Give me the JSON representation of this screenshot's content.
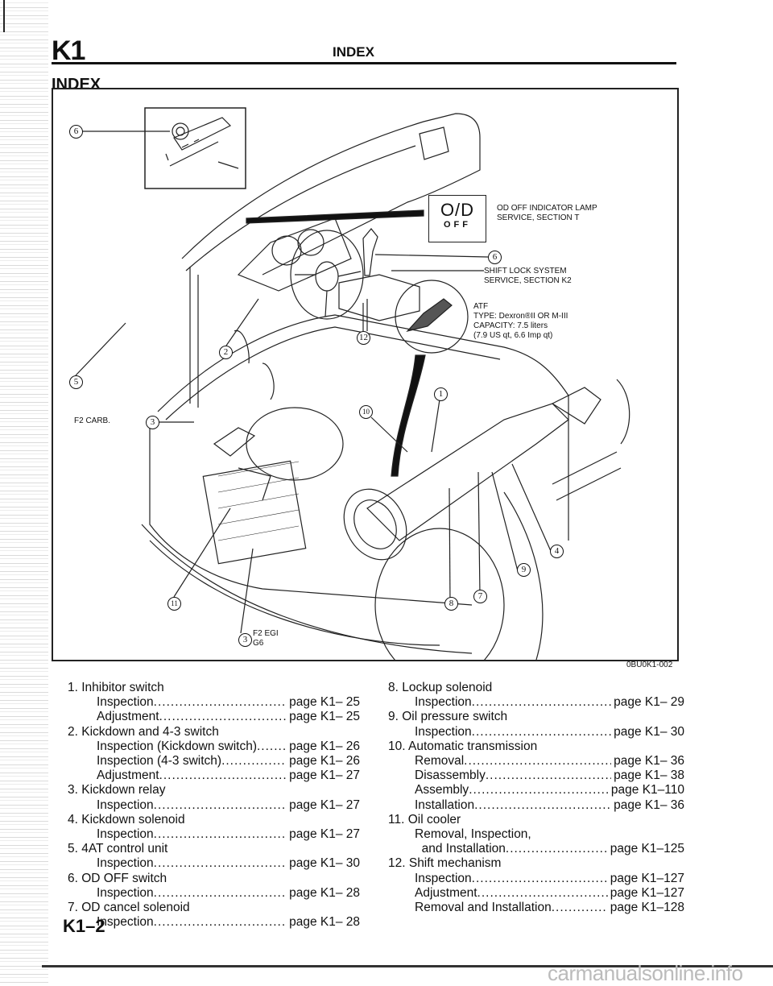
{
  "header": {
    "section_code": "K1",
    "section_title": "INDEX"
  },
  "page_heading": "INDEX",
  "diagram": {
    "figure_id": "0BU0K1-002",
    "indicator_glyph": "O/D",
    "indicator_glyph_sub": "OFF",
    "callouts": {
      "od_off_lamp": [
        "OD OFF INDICATOR LAMP",
        "SERVICE, SECTION T"
      ],
      "shift_lock": [
        "SHIFT LOCK SYSTEM",
        "SERVICE, SECTION K2"
      ],
      "atf": [
        "ATF",
        "TYPE: Dexron®II OR M-III",
        "CAPACITY: 7.5 liters",
        "(7.9 US qt, 6.6 Imp qt)"
      ],
      "f2_carb": "F2 CARB.",
      "f2_egi": [
        "F2 EGI",
        "G6"
      ]
    },
    "markers": [
      "1",
      "2",
      "3",
      "3",
      "4",
      "5",
      "6",
      "6",
      "7",
      "8",
      "9",
      "10",
      "11",
      "12"
    ]
  },
  "index_left": [
    {
      "title": "1. Inhibitor switch",
      "subs": [
        {
          "label": "Inspection",
          "page": "page K1– 25"
        },
        {
          "label": "Adjustment",
          "page": "page K1– 25"
        }
      ]
    },
    {
      "title": "2. Kickdown and 4-3 switch",
      "subs": [
        {
          "label": "Inspection (Kickdown switch)",
          "page": "page K1– 26"
        },
        {
          "label": "Inspection (4-3 switch)",
          "page": "page K1– 26"
        },
        {
          "label": "Adjustment",
          "page": "page K1– 27"
        }
      ]
    },
    {
      "title": "3. Kickdown relay",
      "subs": [
        {
          "label": "Inspection",
          "page": "page K1– 27"
        }
      ]
    },
    {
      "title": "4. Kickdown solenoid",
      "subs": [
        {
          "label": "Inspection",
          "page": "page K1– 27"
        }
      ]
    },
    {
      "title": "5. 4AT control unit",
      "subs": [
        {
          "label": "Inspection",
          "page": "page K1– 30"
        }
      ]
    },
    {
      "title": "6. OD OFF switch",
      "subs": [
        {
          "label": "Inspection",
          "page": "page K1– 28"
        }
      ]
    },
    {
      "title": "7. OD cancel solenoid",
      "subs": [
        {
          "label": "Inspection",
          "page": "page K1– 28"
        }
      ]
    }
  ],
  "index_right": [
    {
      "title": "8. Lockup solenoid",
      "subs": [
        {
          "label": "Inspection",
          "page": "page K1– 29"
        }
      ]
    },
    {
      "title": "9. Oil pressure switch",
      "subs": [
        {
          "label": "Inspection",
          "page": "page K1– 30"
        }
      ]
    },
    {
      "title": "10. Automatic transmission",
      "subs": [
        {
          "label": "Removal",
          "page": "page K1– 36"
        },
        {
          "label": "Disassembly",
          "page": "page K1– 38"
        },
        {
          "label": "Assembly",
          "page": "page K1–110"
        },
        {
          "label": "Installation",
          "page": "page K1– 36"
        }
      ]
    },
    {
      "title": "11. Oil cooler",
      "subs": [
        {
          "label": "Removal, Inspection,",
          "page": ""
        },
        {
          "label": "  and Installation",
          "page": "page K1–125"
        }
      ]
    },
    {
      "title": "12. Shift mechanism",
      "subs": [
        {
          "label": "Inspection",
          "page": "page K1–127"
        },
        {
          "label": "Adjustment",
          "page": "page K1–127"
        },
        {
          "label": "Removal and Installation",
          "page": "page K1–128"
        }
      ]
    }
  ],
  "footer": {
    "page_number": "K1–2",
    "watermark": "carmanualsonline.info"
  }
}
